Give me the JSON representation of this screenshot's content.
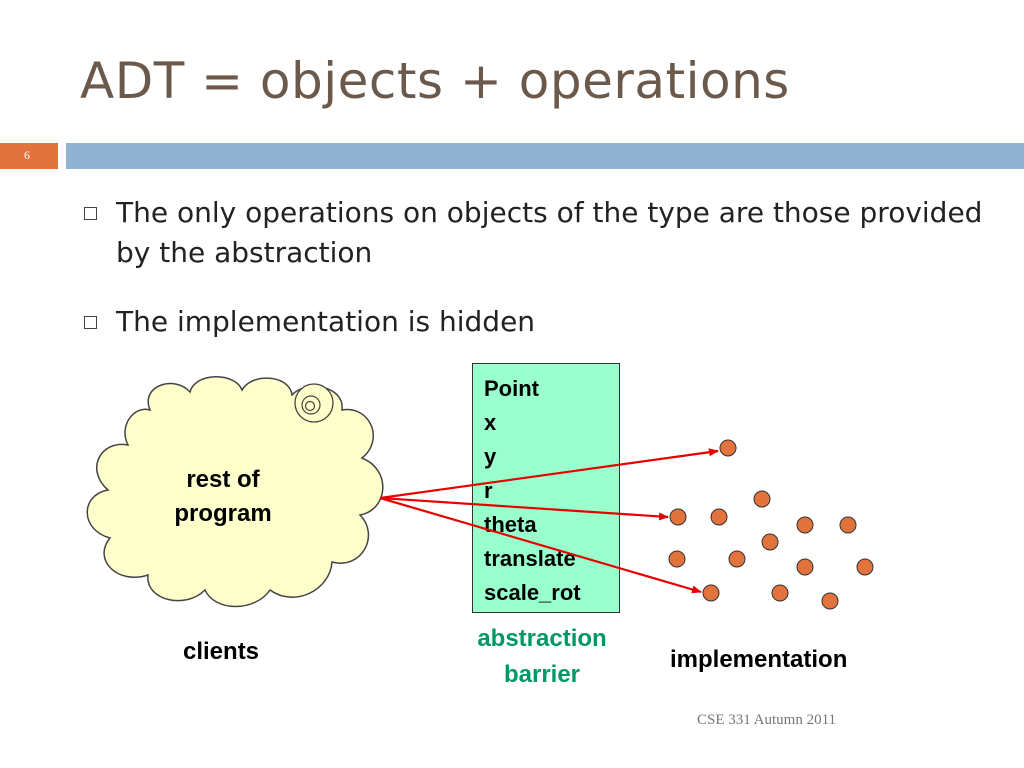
{
  "slide": {
    "title": "ADT = objects + operations",
    "number": "6",
    "footer": "CSE 331 Autumn 2011"
  },
  "bullets": [
    "The only operations on objects of the type are those provided by the abstraction",
    "The implementation is hidden"
  ],
  "diagram": {
    "cloud_label_line1": "rest of",
    "cloud_label_line2": "program",
    "clients_label": "clients",
    "box_items": [
      "Point",
      "x",
      "y",
      "r",
      "theta",
      "translate",
      "scale_rot"
    ],
    "barrier_label_line1": "abstraction",
    "barrier_label_line2": "barrier",
    "implementation_label": "implementation",
    "colors": {
      "cloud_fill": "#ffffcc",
      "box_fill": "#99ffcc",
      "barrier_text": "#009966",
      "arrow": "#e60000",
      "dot_fill": "#e2733c"
    }
  }
}
